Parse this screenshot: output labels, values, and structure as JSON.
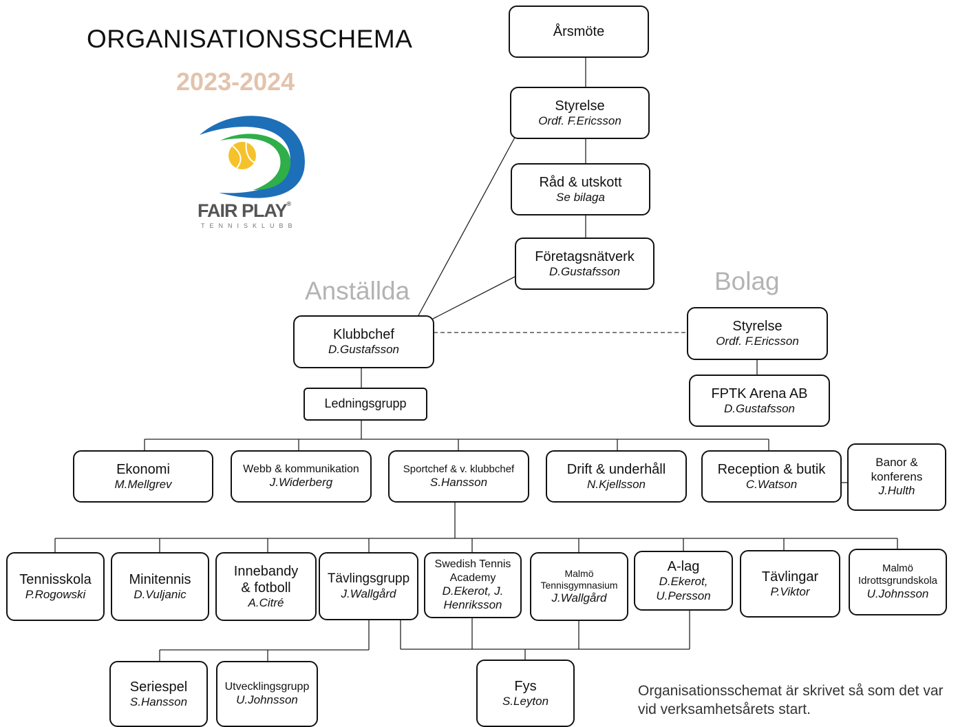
{
  "header": {
    "title": "ORGANISATIONSSCHEMA",
    "years": "2023-2024"
  },
  "logo": {
    "brand": "FAIR PLAY",
    "registered": "®",
    "sub": "TENNISKLUBB",
    "colors": {
      "ring_blue": "#1d6fb8",
      "ring_green": "#2fae49",
      "ball": "#f6c22b"
    }
  },
  "sections": {
    "employees": "Anställda",
    "company": "Bolag"
  },
  "nodes": {
    "arsmote": {
      "name": "Årsmöte"
    },
    "styrelse": {
      "name": "Styrelse",
      "person": "Ordf. F.Ericsson"
    },
    "rad": {
      "name": "Råd & utskott",
      "person": "Se bilaga"
    },
    "foretag": {
      "name": "Företagsnätverk",
      "person": "D.Gustafsson"
    },
    "klubbchef": {
      "name": "Klubbchef",
      "person": "D.Gustafsson"
    },
    "ledning": {
      "name": "Ledningsgrupp"
    },
    "bolag_styrelse": {
      "name": "Styrelse",
      "person": "Ordf. F.Ericsson"
    },
    "fptk": {
      "name": "FPTK Arena AB",
      "person": "D.Gustafsson"
    },
    "ekonomi": {
      "name": "Ekonomi",
      "person": "M.Mellgrev"
    },
    "webb": {
      "name": "Webb & kommunikation",
      "person": "J.Widerberg"
    },
    "sportchef": {
      "name": "Sportchef & v. klubbchef",
      "person": "S.Hansson"
    },
    "drift": {
      "name": "Drift & underhåll",
      "person": "N.Kjellsson"
    },
    "reception": {
      "name": "Reception & butik",
      "person": "C.Watson"
    },
    "banor": {
      "name": "Banor & konferens",
      "person": "J.Hulth"
    },
    "tennisskola": {
      "name": "Tennisskola",
      "person": "P.Rogowski"
    },
    "minitennis": {
      "name": "Minitennis",
      "person": "D.Vuljanic"
    },
    "innebandy": {
      "name": "Innebandy & fotboll",
      "person": "A.Citré"
    },
    "tavlingsgrupp": {
      "name": "Tävlingsgrupp",
      "person": "J.Wallgård"
    },
    "sta": {
      "name": "Swedish Tennis Academy",
      "person": "D.Ekerot, J. Henriksson"
    },
    "gymnasium": {
      "name": "Malmö Tennisgymnasium",
      "person": "J.Wallgård"
    },
    "alag": {
      "name": "A-lag",
      "person": "D.Ekerot, U.Persson"
    },
    "tavlingar": {
      "name": "Tävlingar",
      "person": "P.Viktor"
    },
    "idrott": {
      "name": "Malmö Idrottsgrundskola",
      "person": "U.Johnsson"
    },
    "seriespel": {
      "name": "Seriespel",
      "person": "S.Hansson"
    },
    "utveckling": {
      "name": "Utvecklingsgrupp",
      "person": "U.Johnsson"
    },
    "fys": {
      "name": "Fys",
      "person": "S.Leyton"
    }
  },
  "footnote": "Organisationsschemat är skrivet så som det var vid verksamhetsårets start."
}
